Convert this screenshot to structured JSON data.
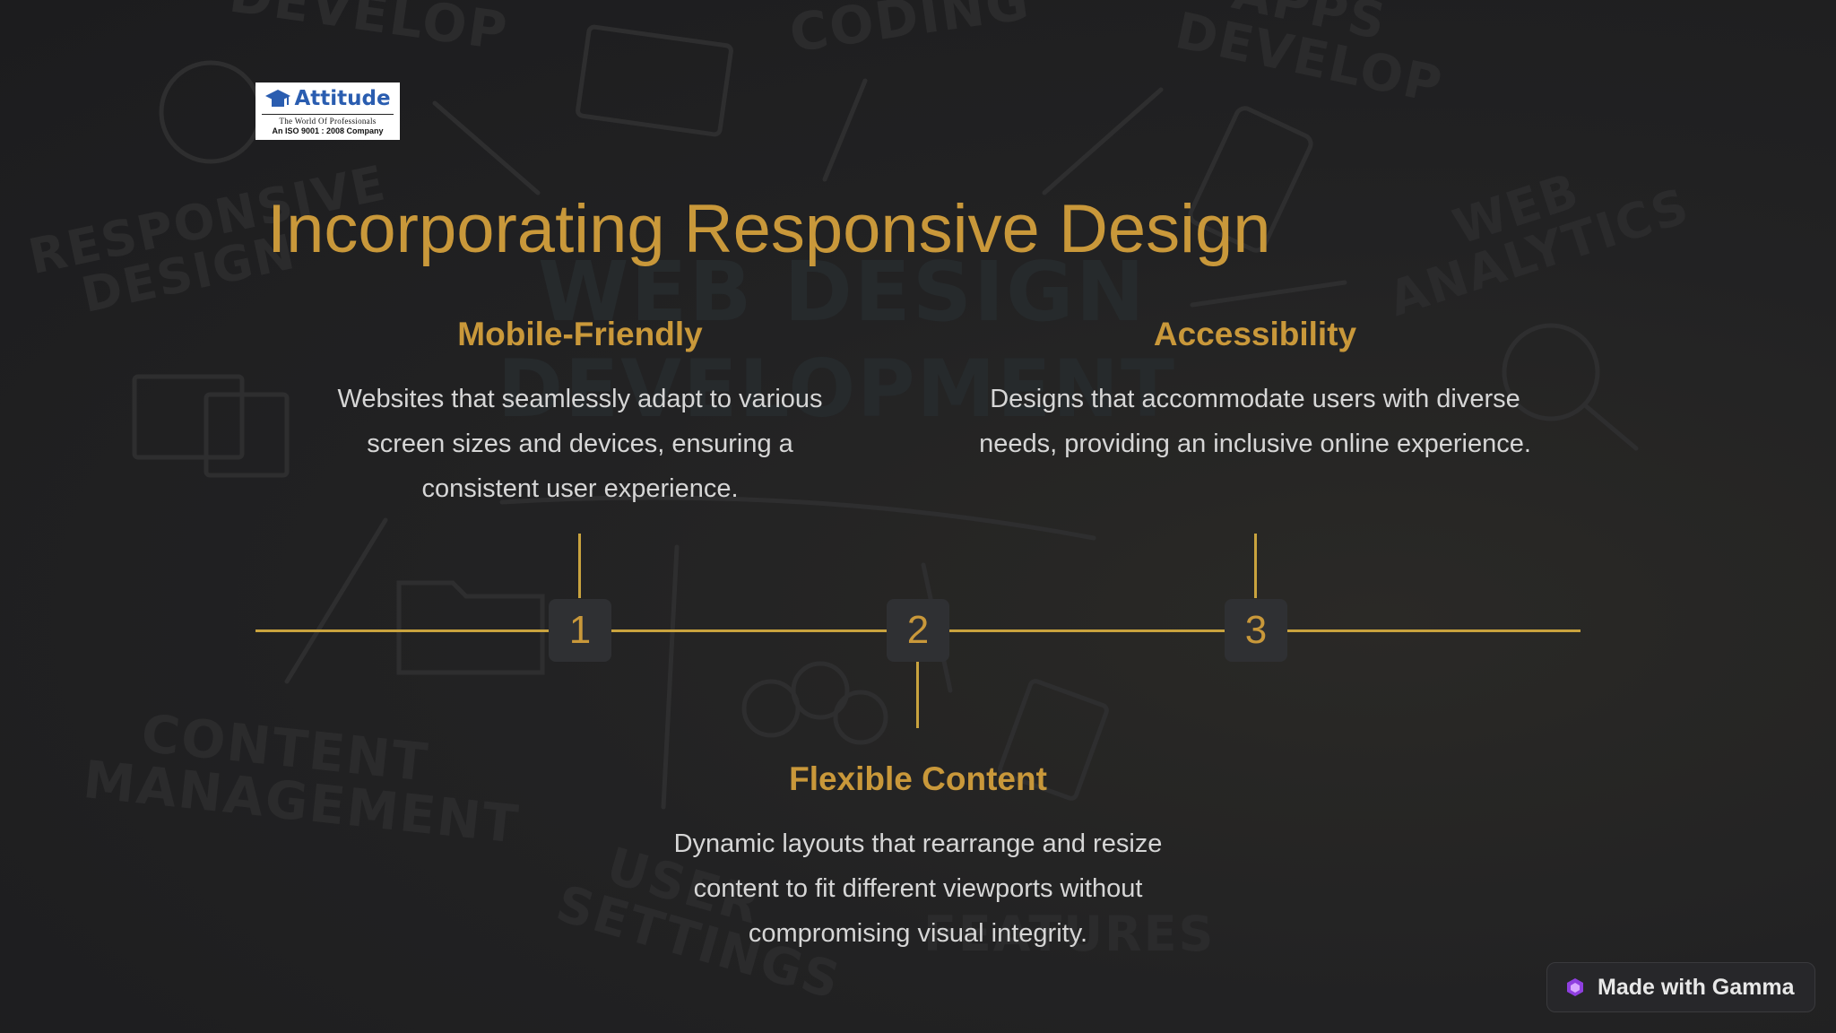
{
  "logo": {
    "brand": "Attitude",
    "tagline": "The World Of Professionals",
    "certification": "An ISO 9001 : 2008 Company"
  },
  "title": "Incorporating Responsive Design",
  "items": [
    {
      "number": "1",
      "heading": "Mobile-Friendly",
      "description": "Websites that seamlessly adapt to various screen sizes and devices, ensuring a consistent user experience."
    },
    {
      "number": "2",
      "heading": "Flexible Content",
      "description": "Dynamic layouts that rearrange and resize content to fit different viewports without compromising visual integrity."
    },
    {
      "number": "3",
      "heading": "Accessibility",
      "description": "Designs that accommodate users with diverse needs, providing an inclusive online experience."
    }
  ],
  "badge": {
    "label": "Made with Gamma"
  },
  "background_words": [
    "DEVELOP",
    "CODING",
    "APPS DEVELOP",
    "RESPONSIVE DESIGN",
    "WEB ANALYTICS",
    "WEB DESIGN",
    "DEVELOPMENT",
    "CONTENT MANAGEMENT",
    "USER SETTINGS",
    "FEATURES"
  ],
  "colors": {
    "accent": "#c9983a",
    "timeline": "#c9a33e",
    "text": "#d6d6d6",
    "background": "#1f1f21"
  },
  "icons": {
    "logo": "graduation-cap-icon",
    "badge": "gamma-logo-icon"
  }
}
